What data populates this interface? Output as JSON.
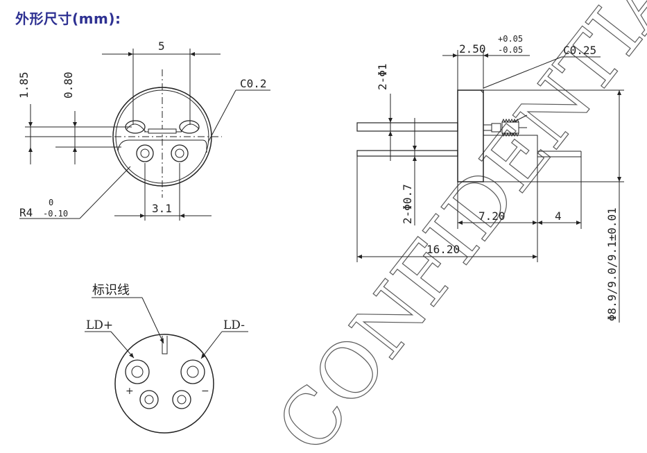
{
  "title": "外形尺寸(mm):",
  "front_view": {
    "dim_top": "5",
    "dim_left_outer": "1.85",
    "dim_left_inner": "0.80",
    "chamfer": "C0.2",
    "radius_main": "R4",
    "radius_tol_upper": "0",
    "radius_tol_lower": "-0.10",
    "dim_bottom": "3.1"
  },
  "side_view": {
    "dim_flange": "2.50",
    "flange_tol_upper": "+0.05",
    "flange_tol_lower": "-0.05",
    "chamfer": "C0.25",
    "pin_dia_top": "2-Φ1",
    "pin_dia_bottom": "2-Φ0.7",
    "dim_body": "7.20",
    "dim_pin": "4",
    "dim_total": "16.20",
    "dim_diameters": "Φ8.9/9.0/9.1±0.01"
  },
  "pinout_view": {
    "marker_label": "标识线",
    "ld_plus": "LD+",
    "ld_minus": "LD-",
    "plus_sign": "+",
    "minus_sign": "−"
  },
  "watermark": "CONFIDENTIAL"
}
